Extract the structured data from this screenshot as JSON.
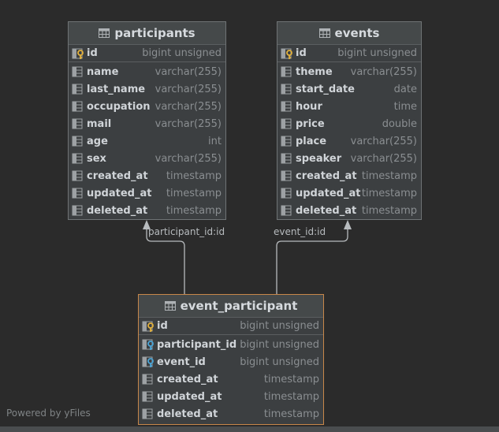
{
  "tables": [
    {
      "key": "participants",
      "title": "participants",
      "pk": {
        "name": "id",
        "type": "bigint unsigned",
        "icon": "primary-key-icon"
      },
      "columns": [
        {
          "name": "name",
          "type": "varchar(255)",
          "icon": "column-icon"
        },
        {
          "name": "last_name",
          "type": "varchar(255)",
          "icon": "column-icon"
        },
        {
          "name": "occupation",
          "type": "varchar(255)",
          "icon": "column-icon"
        },
        {
          "name": "mail",
          "type": "varchar(255)",
          "icon": "column-icon"
        },
        {
          "name": "age",
          "type": "int",
          "icon": "column-icon"
        },
        {
          "name": "sex",
          "type": "varchar(255)",
          "icon": "column-icon"
        },
        {
          "name": "created_at",
          "type": "timestamp",
          "icon": "column-icon"
        },
        {
          "name": "updated_at",
          "type": "timestamp",
          "icon": "column-icon"
        },
        {
          "name": "deleted_at",
          "type": "timestamp",
          "icon": "column-icon"
        }
      ]
    },
    {
      "key": "events",
      "title": "events",
      "pk": {
        "name": "id",
        "type": "bigint unsigned",
        "icon": "primary-key-icon"
      },
      "columns": [
        {
          "name": "theme",
          "type": "varchar(255)",
          "icon": "column-icon"
        },
        {
          "name": "start_date",
          "type": "date",
          "icon": "column-icon"
        },
        {
          "name": "hour",
          "type": "time",
          "icon": "column-icon"
        },
        {
          "name": "price",
          "type": "double",
          "icon": "column-icon"
        },
        {
          "name": "place",
          "type": "varchar(255)",
          "icon": "column-icon"
        },
        {
          "name": "speaker",
          "type": "varchar(255)",
          "icon": "column-icon"
        },
        {
          "name": "created_at",
          "type": "timestamp",
          "icon": "column-icon"
        },
        {
          "name": "updated_at",
          "type": "timestamp",
          "icon": "column-icon"
        },
        {
          "name": "deleted_at",
          "type": "timestamp",
          "icon": "column-icon"
        }
      ]
    },
    {
      "key": "event_participant",
      "title": "event_participant",
      "selected": true,
      "pk": {
        "name": "id",
        "type": "bigint unsigned",
        "icon": "primary-key-icon"
      },
      "columns": [
        {
          "name": "participant_id",
          "type": "bigint unsigned",
          "icon": "foreign-key-icon"
        },
        {
          "name": "event_id",
          "type": "bigint unsigned",
          "icon": "foreign-key-icon"
        },
        {
          "name": "created_at",
          "type": "timestamp",
          "icon": "column-icon"
        },
        {
          "name": "updated_at",
          "type": "timestamp",
          "icon": "column-icon"
        },
        {
          "name": "deleted_at",
          "type": "timestamp",
          "icon": "column-icon"
        }
      ]
    }
  ],
  "relations": [
    {
      "label": "participant_id:id",
      "from": "event_participant",
      "to": "participants"
    },
    {
      "label": "event_id:id",
      "from": "event_participant",
      "to": "events"
    }
  ],
  "footer": {
    "text": "Powered by yFiles"
  },
  "colors": {
    "background": "#2b2b2b",
    "table_bg": "#3c3f41",
    "selected_border": "#c7874a",
    "edge": "#b7bbbe"
  }
}
